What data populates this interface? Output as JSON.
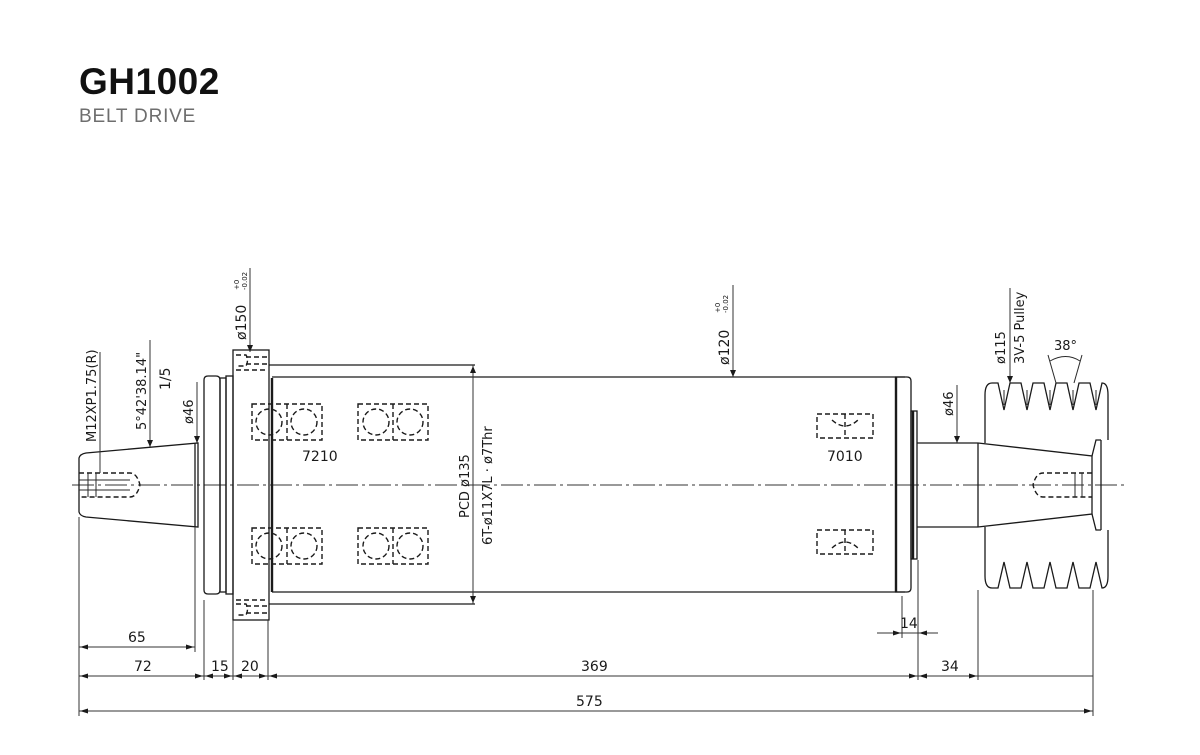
{
  "header": {
    "model": "GH1002",
    "subtitle": "BELT DRIVE"
  },
  "annotations": {
    "thread": "M12XP1.75(R)",
    "taper_angle": "5°42'38.14\"",
    "taper_ratio": "1/5",
    "left_shaft_dia": "ø46",
    "flange_dia": "ø150",
    "flange_tol_upper": "+0",
    "flange_tol_lower": "-0.02",
    "body_dia": "ø120",
    "body_tol_upper": "+0",
    "body_tol_lower": "-0.02",
    "pcd": "PCD ø135",
    "holes": "6T-ø11X7L · ø7Thr",
    "right_shaft_dia": "ø46",
    "pulley_dia": "ø115",
    "pulley_type": "3V-5 Pulley",
    "groove_angle": "38°",
    "front_bearing": "7210",
    "rear_bearing": "7010"
  },
  "dimensions": {
    "left_thread_len": "65",
    "left_shaft_len": "72",
    "collar_len": "15",
    "flange_len": "20",
    "body_len": "369",
    "rear_cap_len": "14",
    "pulley_offset": "34",
    "overall_len": "575"
  },
  "colors": {
    "line": "#1a1a1a",
    "title": "#111111",
    "subtitle": "#6e6e6e",
    "background": "#ffffff"
  }
}
